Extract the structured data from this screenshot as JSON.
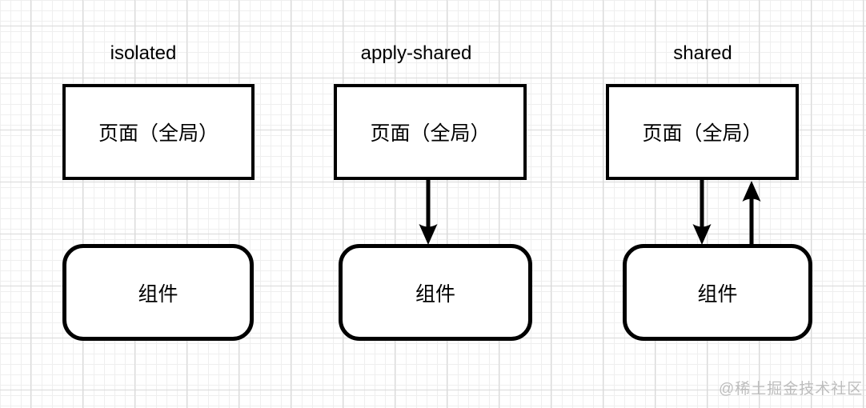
{
  "diagram": {
    "columns": [
      {
        "title": "isolated",
        "page_label": "页面（全局）",
        "component_label": "组件",
        "arrows": "none"
      },
      {
        "title": "apply-shared",
        "page_label": "页面（全局）",
        "component_label": "组件",
        "arrows": "page-down-to-component"
      },
      {
        "title": "shared",
        "page_label": "页面（全局）",
        "component_label": "组件",
        "arrows": "bidirectional-page-component"
      }
    ],
    "colors": {
      "stroke": "#000000",
      "box_fill": "#ffffff",
      "grid_minor": "#efefef",
      "grid_major": "#d9d9d9",
      "watermark": "#bdbdbd"
    }
  },
  "watermark": {
    "text": "@稀土掘金技术社区"
  }
}
